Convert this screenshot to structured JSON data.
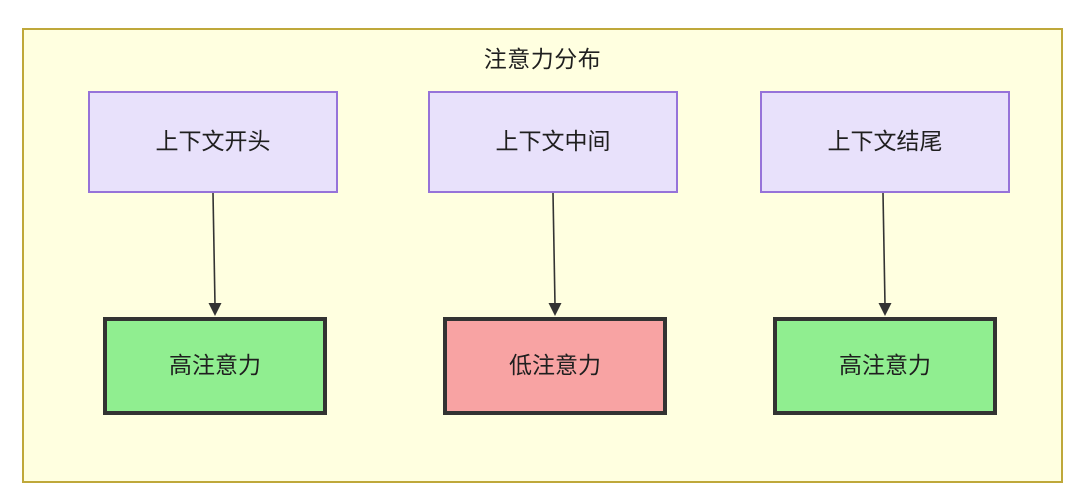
{
  "diagram": {
    "title": "注意力分布",
    "container": {
      "fill": "#ffffe0",
      "border_color": "#bfa83a"
    },
    "context_nodes": [
      {
        "id": "ctx-start",
        "label": "上下文开头",
        "fill": "#e8e1fb",
        "border_color": "#9673d9"
      },
      {
        "id": "ctx-middle",
        "label": "上下文中间",
        "fill": "#e8e1fb",
        "border_color": "#9673d9"
      },
      {
        "id": "ctx-end",
        "label": "上下文结尾",
        "fill": "#e8e1fb",
        "border_color": "#9673d9"
      }
    ],
    "attention_nodes": [
      {
        "id": "att-high-start",
        "label": "高注意力",
        "fill": "#90ee90",
        "border_color": "#333333"
      },
      {
        "id": "att-low-middle",
        "label": "低注意力",
        "fill": "#f8a3a3",
        "border_color": "#333333"
      },
      {
        "id": "att-high-end",
        "label": "高注意力",
        "fill": "#90ee90",
        "border_color": "#333333"
      }
    ],
    "edges": [
      {
        "from": "ctx-start",
        "to": "att-high-start",
        "label": ""
      },
      {
        "from": "ctx-middle",
        "to": "att-low-middle",
        "label": ""
      },
      {
        "from": "ctx-end",
        "to": "att-high-end",
        "label": ""
      }
    ]
  }
}
